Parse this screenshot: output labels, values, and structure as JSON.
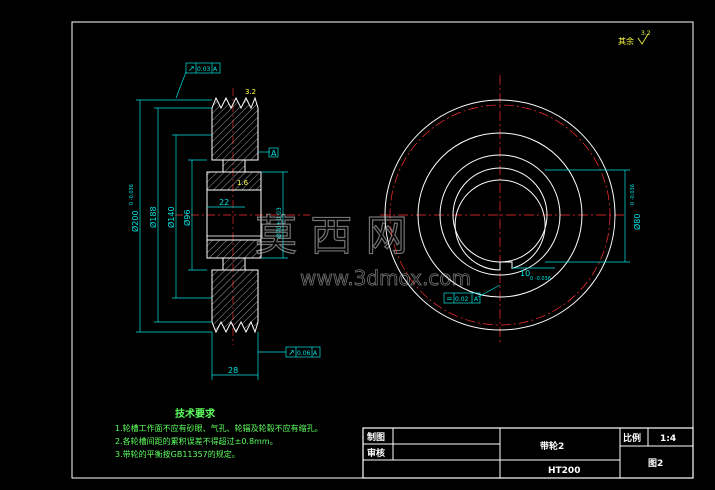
{
  "roughness_note": "其余",
  "roughness_value": "3.2",
  "section_view": {
    "gdt_top_symbol": "↗",
    "gdt_top_tol": "0.03",
    "gdt_top_datum": "A",
    "gdt_bottom_symbol": "↗",
    "gdt_bottom_tol": "0.06",
    "gdt_bottom_datum": "A",
    "datum_label": "A",
    "groove_roughness": "3.2",
    "bore_roughness": "1.6",
    "dim_outer": "Ø200",
    "dim_outer_tol": "0 -0.036",
    "dim_pitch": "Ø188",
    "dim_hub_outer": "Ø140",
    "dim_hub_inner": "Ø96",
    "dim_bore": "Ø70+0.03",
    "dim_width_inner": "22",
    "dim_width": "28"
  },
  "front_view": {
    "dim_shaft": "Ø80",
    "dim_shaft_tol": "0 -0.036",
    "dim_keyway": "10",
    "dim_keyway_tol": "0 -0.036",
    "gdt_sym_symbol": "=",
    "gdt_sym_tol": "0.02",
    "gdt_sym_datum": "A"
  },
  "watermark": {
    "chinese": "莫 西 网",
    "url": "www.3dmox.com"
  },
  "tech_req": {
    "title": "技术要求",
    "items": [
      "1.轮槽工作面不应有砂眼、气孔、轮辐及轮毂不应有缩孔。",
      "2.各轮槽间距的累积误差不得超过±0.8mm。",
      "3.带轮的平衡按GB11357的规定。"
    ]
  },
  "title_block": {
    "drawn_label": "制图",
    "checked_label": "审核",
    "part_name": "带轮2",
    "material": "HT200",
    "scale_label": "比例",
    "scale_value": "1:4",
    "drawing_no": "图2"
  },
  "colors": {
    "line": "#ffffff",
    "center": "#ff3030",
    "dim": "#00e5e5",
    "hatch": "#ffffff",
    "note": "#5cff5c",
    "roughness": "#ffff40"
  }
}
